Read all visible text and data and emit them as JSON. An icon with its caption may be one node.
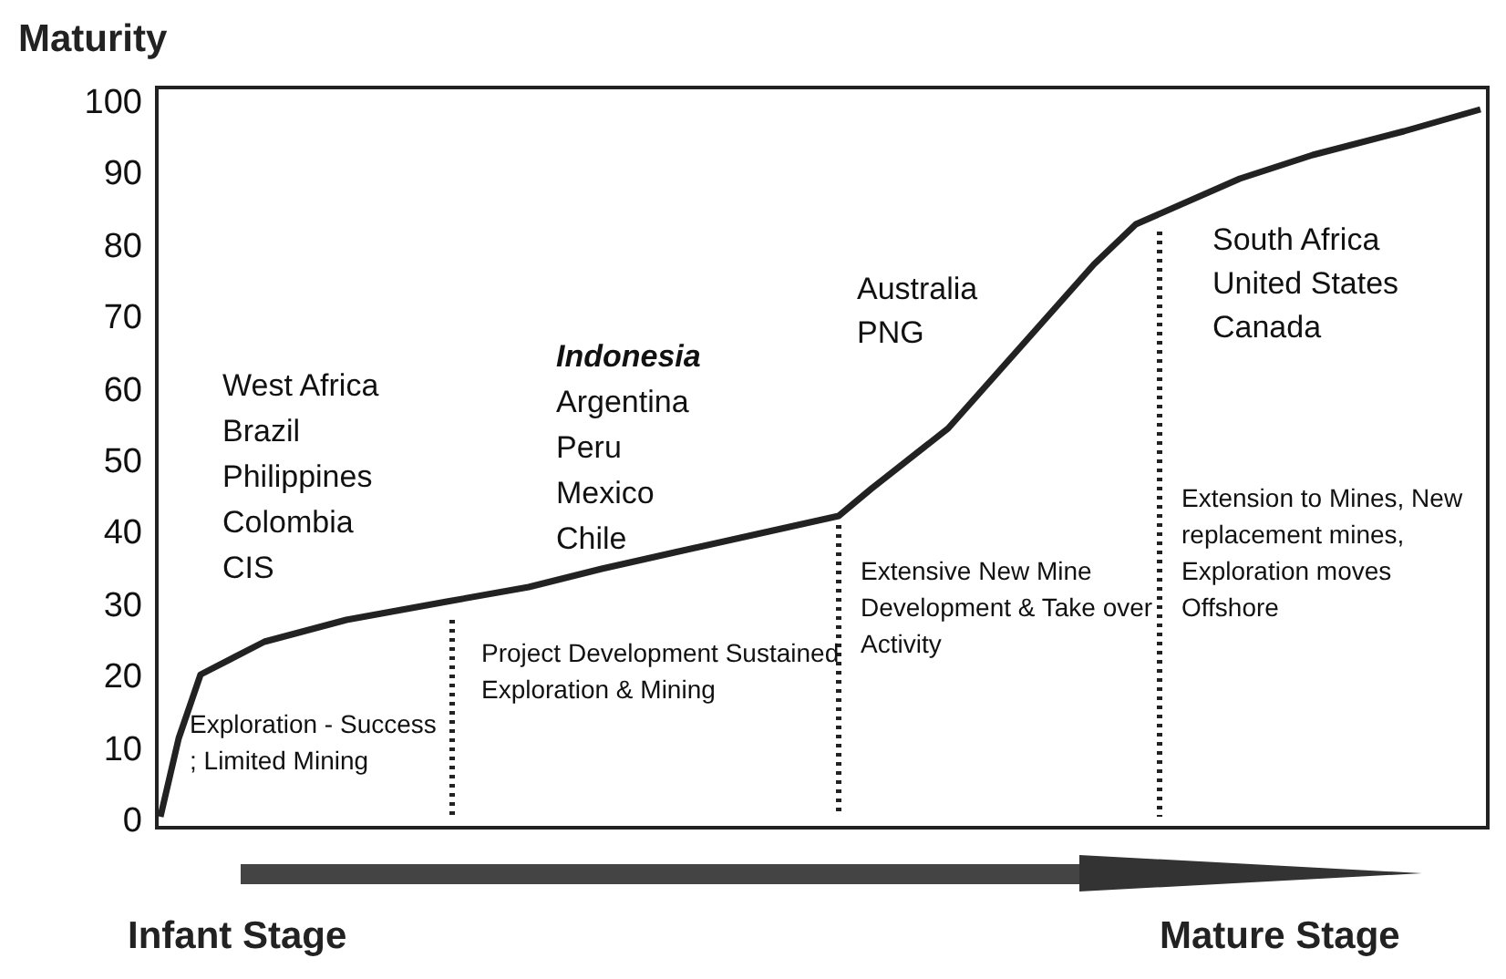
{
  "diagram": {
    "labels": [
      "Maturity",
      "100",
      "90",
      "80",
      "70",
      "60",
      "50",
      "40",
      "30",
      "20",
      "10",
      "0",
      "West Africa",
      "Brazil",
      "Philippines",
      "Colombia",
      "CIS",
      "Indonesia",
      "Argentina",
      "Peru",
      "Mexico",
      "Chile",
      "Australia",
      "PNG",
      "South Africa",
      "United States",
      "Canada",
      "Exploration - Success ; Limited Mining",
      "Project Development Sustained Exploration & Mining",
      "Extensive New Mine Development & Take over Activity",
      "Extension to Mines, New replacement mines, Exploration moves Offshore",
      "Infant Stage",
      "Mature Stage"
    ]
  }
}
